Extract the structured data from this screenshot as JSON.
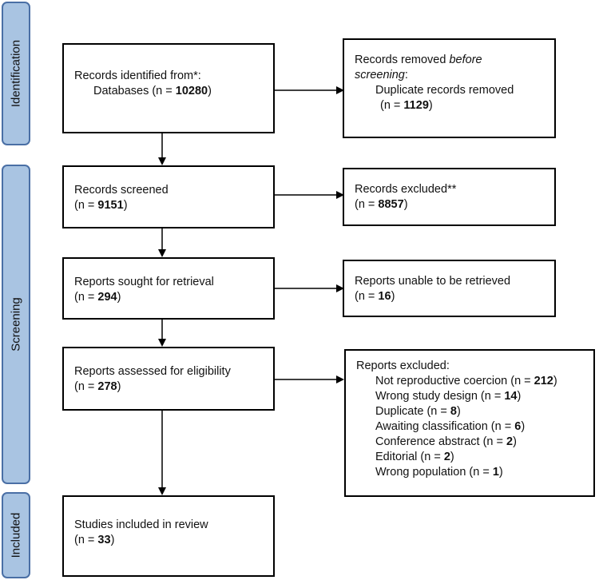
{
  "stages": {
    "identification": "Identification",
    "screening": "Screening",
    "included": "Included"
  },
  "identified": {
    "line1": "Records identified from*:",
    "line2": "Databases (n = ",
    "count": "10280",
    "close": ")"
  },
  "removed": {
    "line1_a": "Records removed ",
    "line1_b": "before",
    "line2_a": "screening",
    "line2_b": ":",
    "line3": "Duplicate records removed",
    "line4_a": "(n = ",
    "count": "1129",
    "close": ")"
  },
  "screened": {
    "line1": "Records screened",
    "line2_a": "(n = ",
    "count": "9151",
    "close": ")"
  },
  "excluded": {
    "line1": "Records excluded**",
    "line2_a": "(n = ",
    "count": "8857",
    "close": ")"
  },
  "sought": {
    "line1": "Reports sought for retrieval",
    "line2_a": "(n = ",
    "count": "294",
    "close": ")"
  },
  "not_retrieved": {
    "line1": "Reports unable to be retrieved",
    "line2_a": "(n = ",
    "count": "16",
    "close": ")"
  },
  "assessed": {
    "line1": "Reports assessed for eligibility",
    "line2_a": "(n = ",
    "count": "278",
    "close": ")"
  },
  "reports_excluded": {
    "title": "Reports excluded:",
    "reasons": [
      {
        "label": "Not reproductive coercion (n = ",
        "count": "212",
        "close": ")"
      },
      {
        "label": "Wrong study design (n = ",
        "count": "14",
        "close": ")"
      },
      {
        "label": "Duplicate (n = ",
        "count": "8",
        "close": ")"
      },
      {
        "label": "Awaiting classification (n = ",
        "count": "6",
        "close": ")"
      },
      {
        "label": "Conference abstract (n = ",
        "count": "2",
        "close": ")"
      },
      {
        "label": "Editorial (n = ",
        "count": "2",
        "close": ")"
      },
      {
        "label": "Wrong population (n = ",
        "count": "1",
        "close": ")"
      }
    ]
  },
  "included_box": {
    "line1": "Studies included in review",
    "line2_a": "(n = ",
    "count": "33",
    "close": ")"
  },
  "colors": {
    "stage_fill": "#a9c4e2",
    "stage_border": "#4a6fa5",
    "box_border": "#000000"
  }
}
